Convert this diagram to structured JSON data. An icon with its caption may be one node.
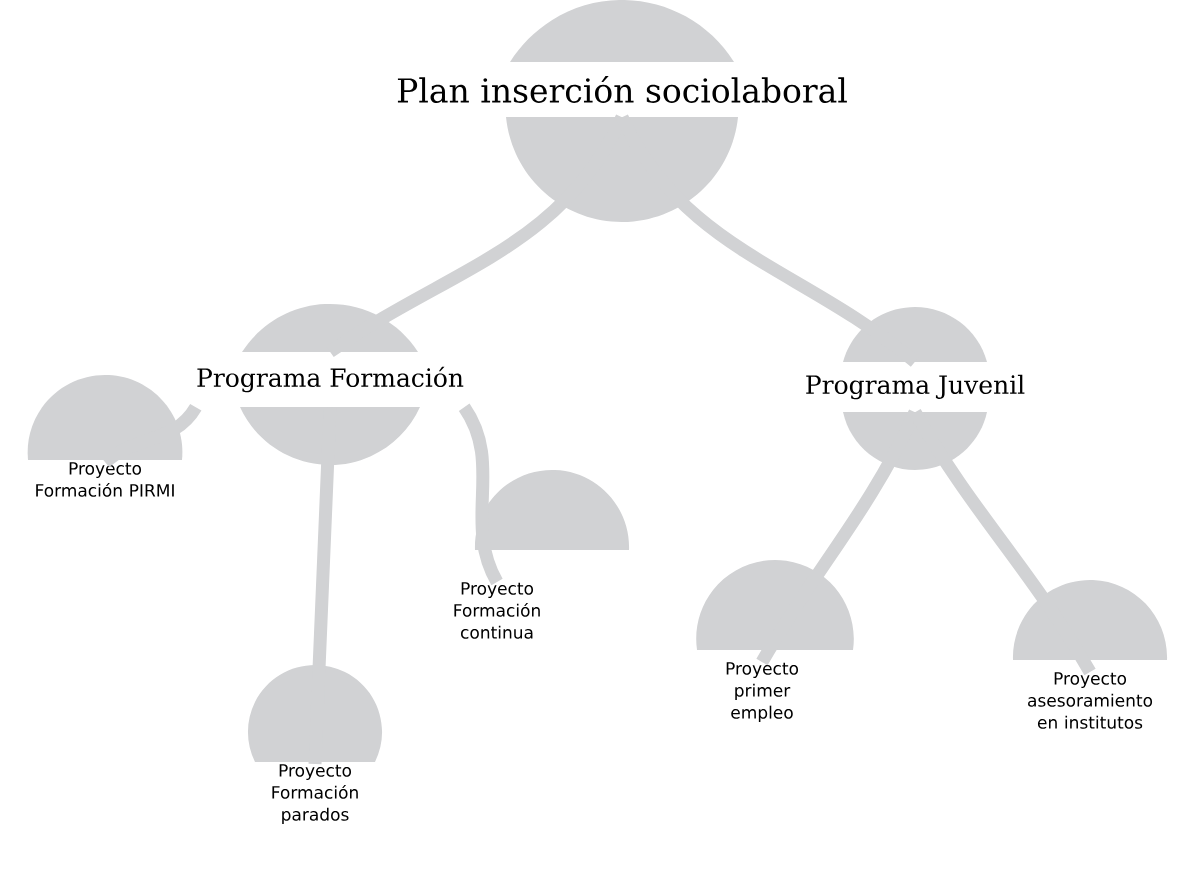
{
  "diagram": {
    "nodes": [
      {
        "text": [
          "Plan inserción sociolaboral"
        ]
      },
      {
        "text": [
          "Programa Formación"
        ]
      },
      {
        "text": [
          "Programa Juvenil"
        ]
      },
      {
        "text": [
          "Proyecto Formación PIRMI"
        ]
      },
      {
        "text": [
          "Proyecto Formación parados"
        ]
      },
      {
        "text": [
          "Proyecto Formación continua"
        ]
      },
      {
        "text": [
          "Proyecto primer empleo"
        ]
      },
      {
        "text": [
          "Proyecto asesoramiento en institutos"
        ]
      }
    ],
    "edges": [
      {
        "from": 0,
        "to": 1,
        "arrow": "none"
      },
      {
        "from": 0,
        "to": 2,
        "arrow": "none"
      },
      {
        "from": 1,
        "to": 3,
        "arrow": "none"
      },
      {
        "from": 1,
        "to": 4,
        "arrow": "none"
      },
      {
        "from": 1,
        "to": 5,
        "arrow": "none"
      },
      {
        "from": 2,
        "to": 6,
        "arrow": "none"
      },
      {
        "from": 2,
        "to": 7,
        "arrow": "none"
      }
    ]
  }
}
